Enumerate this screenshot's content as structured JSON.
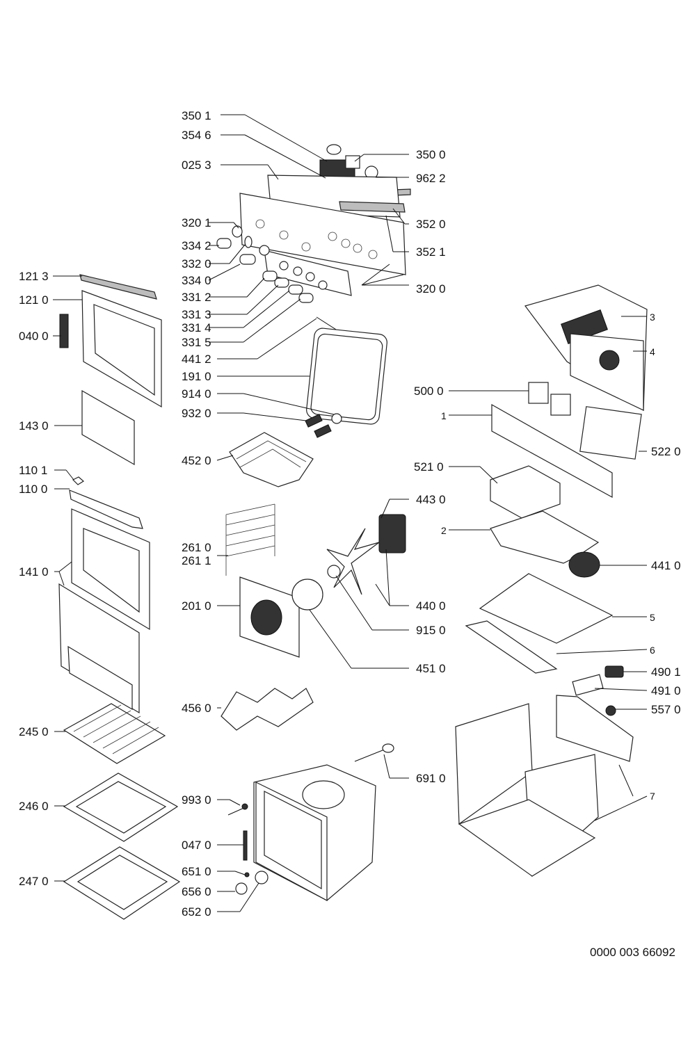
{
  "labels": {
    "p3501": "350 1",
    "p3546": "354 6",
    "p0253": "025 3",
    "p3500": "350 0",
    "p9622": "962 2",
    "p3520": "352 0",
    "p3521": "352 1",
    "p3201": "320 1",
    "p3342": "334 2",
    "p3320": "332 0",
    "p3340": "334 0",
    "p3312": "331 2",
    "p3313": "331 3",
    "p3314": "331 4",
    "p3315": "331 5",
    "p3200": "320 0",
    "p4412": "441 2",
    "p1910": "191 0",
    "p9140": "914 0",
    "p9320": "932 0",
    "p4520": "452 0",
    "p2610": "261 0",
    "p2611": "261 1",
    "p2010": "201 0",
    "p4560": "456 0",
    "p9930": "993 0",
    "p0470": "047 0",
    "p6510": "651 0",
    "p6560": "656 0",
    "p6520": "652 0",
    "p1213": "121 3",
    "p1210": "121 0",
    "p0400": "040 0",
    "p1430": "143 0",
    "p1101": "110 1",
    "p1100": "110 0",
    "p1410": "141 0",
    "p2450": "245 0",
    "p2460": "246 0",
    "p2470": "247 0",
    "p4430": "443 0",
    "p4400": "440 0",
    "p9150": "915 0",
    "p4510": "451 0",
    "p6910": "691 0",
    "p3": "3",
    "p4": "4",
    "p5000": "500 0",
    "p1": "1",
    "p5220": "522 0",
    "p5210": "521 0",
    "p2": "2",
    "p4410": "441 0",
    "p5": "5",
    "p6": "6",
    "p4901": "490 1",
    "p4910": "491 0",
    "p5570": "557 0",
    "p7": "7"
  },
  "drawing_code": "0000 003 66092"
}
